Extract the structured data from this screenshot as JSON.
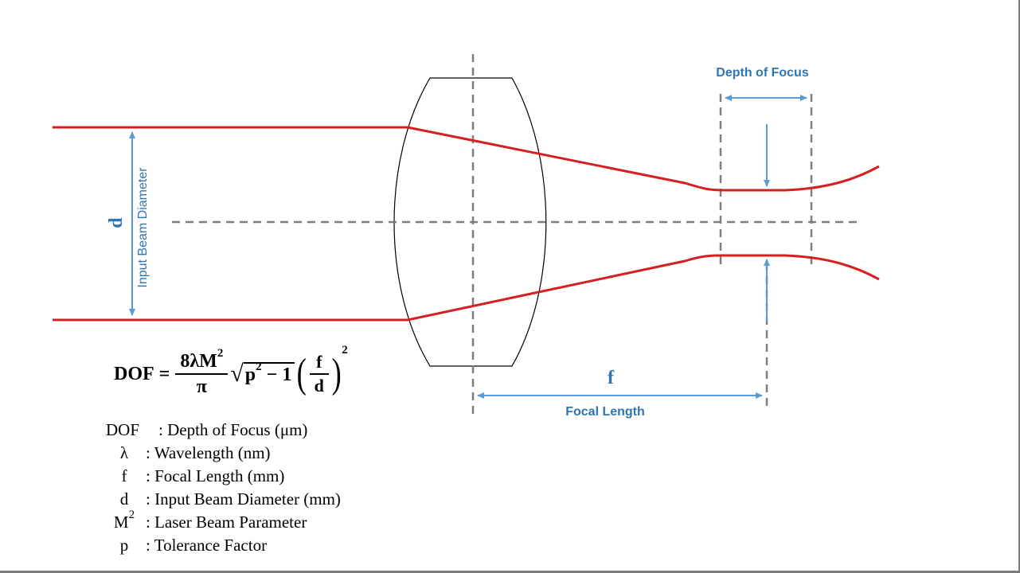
{
  "labels": {
    "depth_of_focus": "Depth of Focus",
    "focal_length": "Focal Length",
    "f_symbol": "f",
    "d_symbol": "d",
    "input_beam_diameter": "Input Beam Diameter"
  },
  "formula": {
    "lhs": "DOF",
    "equals": "=",
    "frac_num": "8λM",
    "frac_num_exp": "2",
    "frac_den": "π",
    "sqrt_base": "p",
    "sqrt_exp": "2",
    "sqrt_rest": " − 1",
    "inner_num": "f",
    "inner_den": "d",
    "outer_exp": "2"
  },
  "legend": [
    {
      "symbol": "DOF",
      "symbol_exp": "",
      "description": ": Depth of Focus (μm)"
    },
    {
      "symbol": "λ",
      "symbol_exp": "",
      "description": ": Wavelength (nm)"
    },
    {
      "symbol": "f",
      "symbol_exp": "",
      "description": ": Focal Length (mm)"
    },
    {
      "symbol": "d",
      "symbol_exp": "",
      "description": ": Input Beam Diameter (mm)"
    },
    {
      "symbol": "M",
      "symbol_exp": "2",
      "description": ": Laser Beam Parameter"
    },
    {
      "symbol": "p",
      "symbol_exp": "",
      "description": ": Tolerance Factor"
    }
  ],
  "colors": {
    "beam": "#d42020",
    "annotation": "#2e75b6",
    "arrow": "#5b9bd5",
    "dashed": "#7f7f7f",
    "lens": "#000000"
  }
}
